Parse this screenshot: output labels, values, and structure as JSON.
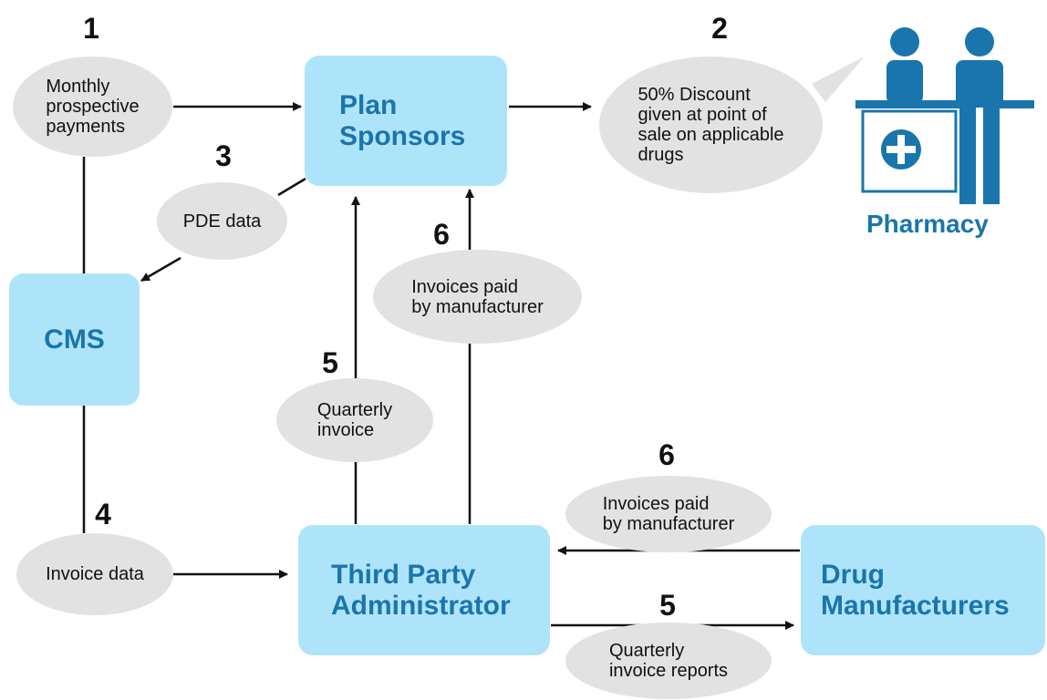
{
  "colors": {
    "node_fill": "#aee4fa",
    "node_text": "#1a75ad",
    "label_fill": "#e2e2e2",
    "arrow": "#111111",
    "pharmacy_icon": "#1a75ad"
  },
  "nodes": {
    "plan_sponsors": "Plan\nSponsors",
    "cms": "CMS",
    "third_party_administrator": "Third Party\nAdministrator",
    "drug_manufacturers": "Drug\nManufacturers"
  },
  "pharmacy": {
    "caption": "Pharmacy",
    "icon": "pharmacy-counter-icon"
  },
  "steps": {
    "monthly_payments": "1",
    "discount": "2",
    "pde_data": "3",
    "invoice_data": "4",
    "quarterly_invoice": "5",
    "invoice_reports": "5",
    "paid_to_sponsors": "6",
    "paid_by_manufacturer": "6"
  },
  "labels": {
    "monthly_payments": "Monthly\nprospective\npayments",
    "discount": "50% Discount\ngiven at point of\nsale on applicable\ndrugs",
    "pde_data": "PDE data",
    "invoice_data": "Invoice data",
    "quarterly_invoice": "Quarterly\ninvoice",
    "paid_to_sponsors": "Invoices paid\nby manufacturer",
    "paid_by_manufacturer": "Invoices paid\nby manufacturer",
    "invoice_reports": "Quarterly\ninvoice reports"
  }
}
